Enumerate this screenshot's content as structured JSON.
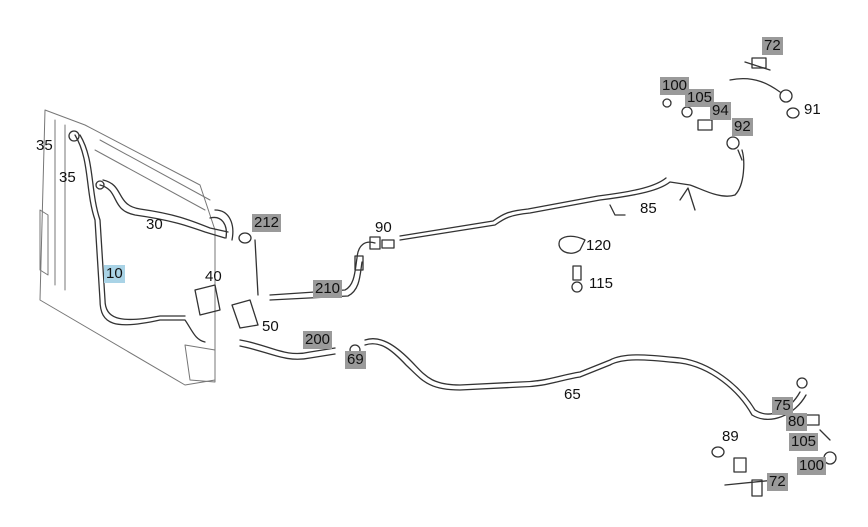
{
  "diagram": {
    "callouts": [
      {
        "id": "c72a",
        "text": "72",
        "style": "gray"
      },
      {
        "id": "c100a",
        "text": "100",
        "style": "gray"
      },
      {
        "id": "c105a",
        "text": "105",
        "style": "gray"
      },
      {
        "id": "c94",
        "text": "94",
        "style": "gray"
      },
      {
        "id": "c92",
        "text": "92",
        "style": "gray"
      },
      {
        "id": "c91",
        "text": "91",
        "style": "plain"
      },
      {
        "id": "c35a",
        "text": "35",
        "style": "plain"
      },
      {
        "id": "c35b",
        "text": "35",
        "style": "plain"
      },
      {
        "id": "c30",
        "text": "30",
        "style": "plain"
      },
      {
        "id": "c212",
        "text": "212",
        "style": "gray"
      },
      {
        "id": "c90",
        "text": "90",
        "style": "plain"
      },
      {
        "id": "c85",
        "text": "85",
        "style": "plain"
      },
      {
        "id": "c120",
        "text": "120",
        "style": "plain"
      },
      {
        "id": "c115",
        "text": "115",
        "style": "plain"
      },
      {
        "id": "c10",
        "text": "10",
        "style": "blue"
      },
      {
        "id": "c40",
        "text": "40",
        "style": "plain"
      },
      {
        "id": "c210",
        "text": "210",
        "style": "gray"
      },
      {
        "id": "c50",
        "text": "50",
        "style": "plain"
      },
      {
        "id": "c200",
        "text": "200",
        "style": "gray"
      },
      {
        "id": "c69",
        "text": "69",
        "style": "gray"
      },
      {
        "id": "c65",
        "text": "65",
        "style": "plain"
      },
      {
        "id": "c75",
        "text": "75",
        "style": "gray"
      },
      {
        "id": "c80",
        "text": "80",
        "style": "gray"
      },
      {
        "id": "c89",
        "text": "89",
        "style": "plain"
      },
      {
        "id": "c105b",
        "text": "105",
        "style": "gray"
      },
      {
        "id": "c100b",
        "text": "100",
        "style": "gray"
      },
      {
        "id": "c72b",
        "text": "72",
        "style": "gray"
      }
    ],
    "colors": {
      "line": "#333333",
      "gray_highlight": "#9a9a9a",
      "blue_highlight": "#a9d3e6"
    }
  }
}
